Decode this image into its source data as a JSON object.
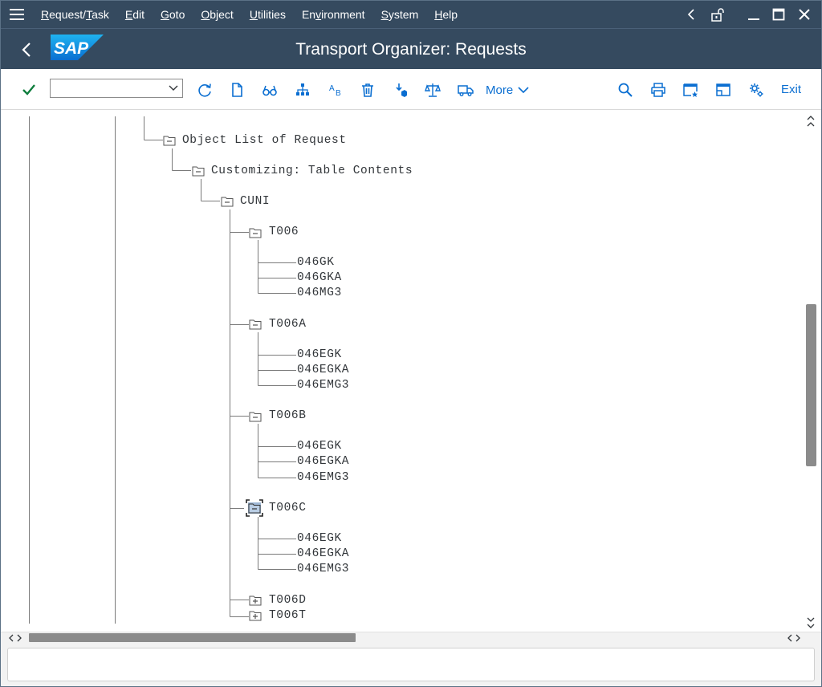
{
  "menubar": {
    "items": [
      {
        "pre": "",
        "acc": "R",
        "post": "equest/",
        "acc2": "T",
        "post2": "ask"
      },
      {
        "pre": "",
        "acc": "E",
        "post": "dit"
      },
      {
        "pre": "",
        "acc": "G",
        "post": "oto"
      },
      {
        "pre": "",
        "acc": "O",
        "post": "bject"
      },
      {
        "pre": "",
        "acc": "U",
        "post": "tilities"
      },
      {
        "pre": "En",
        "acc": "v",
        "post": "ironment"
      },
      {
        "pre": "",
        "acc": "S",
        "post": "ystem"
      },
      {
        "pre": "",
        "acc": "H",
        "post": "elp"
      }
    ]
  },
  "titlebar": {
    "logo_text": "SAP",
    "title": "Transport Organizer: Requests"
  },
  "toolbar": {
    "command_value": "",
    "more_label": "More",
    "exit_label": "Exit",
    "icons": [
      "check-icon",
      "refresh-icon",
      "document-icon",
      "glasses-icon",
      "hierarchy-icon",
      "spelling-icon",
      "trash-icon",
      "release-icon",
      "balance-icon",
      "truck-icon",
      "search-icon",
      "print-icon",
      "window-star-icon",
      "window-layout-icon",
      "settings-icon"
    ],
    "accent_color": "#0a6ed1",
    "check_color": "#107e3e"
  },
  "tree": {
    "object_list": "Object List of Request",
    "customizing": "Customizing: Table Contents",
    "cuni": "CUNI",
    "tables": [
      {
        "name": "T006",
        "keys": [
          "046GK",
          "046GKA",
          "046MG3"
        ]
      },
      {
        "name": "T006A",
        "keys": [
          "046EGK",
          "046EGKA",
          "046EMG3"
        ]
      },
      {
        "name": "T006B",
        "keys": [
          "046EGK",
          "046EGKA",
          "046EMG3"
        ]
      },
      {
        "name": "T006C",
        "keys": [
          "046EGK",
          "046EGKA",
          "046EMG3"
        ],
        "selected": true
      },
      {
        "name": "T006D",
        "keys": [],
        "collapsed": true
      },
      {
        "name": "T006T",
        "keys": [],
        "collapsed": true
      }
    ]
  },
  "status": {
    "message": ""
  }
}
